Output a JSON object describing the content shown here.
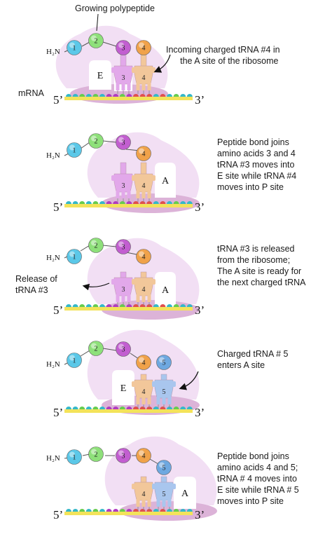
{
  "labels": {
    "growing_polypeptide": "Growing polypeptide",
    "mrna": "mRNA",
    "five_prime": "5’",
    "three_prime": "3’",
    "amino_terminus": "H₂N",
    "e_site": "E",
    "a_site": "A"
  },
  "captions": {
    "panel1": [
      "Incoming charged tRNA #4 in",
      "the A site of the ribosome"
    ],
    "panel2": [
      "Peptide bond joins",
      "amino acids 3 and 4",
      "tRNA #3 moves into",
      "E site while tRNA #4",
      "moves into P site"
    ],
    "panel3": [
      "tRNA #3 is released",
      "from the ribosome;",
      "The A site is ready for",
      "the next charged tRNA"
    ],
    "panel3_release": [
      "Release of",
      "tRNA #3"
    ],
    "panel4": [
      "Charged tRNA # 5",
      "enters A site"
    ],
    "panel5": [
      "Peptide bond joins",
      "amino acids 4 and 5;",
      "tRNA # 4 moves into",
      "E site while tRNA # 5",
      "moves into P site"
    ]
  },
  "amino_acids": [
    "1",
    "2",
    "3",
    "4",
    "5"
  ],
  "colors": {
    "aa1": "#5bc8e8",
    "aa2": "#8ee07a",
    "aa3": "#c25ed0",
    "aa4": "#f0a24a",
    "aa5": "#6ea8e0",
    "trna3": "#e2a8ea",
    "trna4": "#f2c79a",
    "trna5": "#a9c6ee",
    "ribosome_large": "#f2dff4",
    "ribosome_small": "#dcb3d8",
    "mrna_strand": "#f3e35a",
    "codon_cyan": "#35b8c8",
    "codon_green": "#67cc4e",
    "codon_magenta": "#b03cc0",
    "codon_red": "#e0504e"
  }
}
